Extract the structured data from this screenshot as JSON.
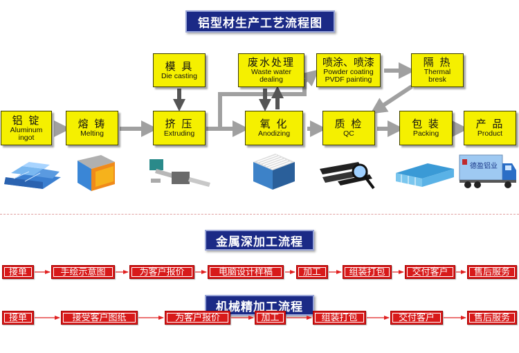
{
  "titles": {
    "main": "铝型材生产工艺流程图",
    "deep": "金属深加工流程",
    "precision": "机械精加工流程"
  },
  "process": {
    "ingot": {
      "cn": "铝 锭",
      "en1": "Aluminum",
      "en2": "ingot"
    },
    "melting": {
      "cn": "熔 铸",
      "en": "Melting"
    },
    "extruding": {
      "cn": "挤 压",
      "en": "Extruding"
    },
    "die": {
      "cn": "模 具",
      "en": "Die casting"
    },
    "waste": {
      "cn": "废水处理",
      "en1": "Waste water",
      "en2": "dealing"
    },
    "anodizing": {
      "cn": "氧 化",
      "en": "Anodizing"
    },
    "coating": {
      "cn": "喷涂、喷漆",
      "en1": "Powder coating",
      "en2": "PVDF painting"
    },
    "thermal": {
      "cn": "隔 热",
      "en1": "Thermal",
      "en2": "bresk"
    },
    "qc": {
      "cn": "质 检",
      "en": "QC"
    },
    "packing": {
      "cn": "包 装",
      "en": "Packing"
    },
    "product": {
      "cn": "产 品",
      "en": "Product"
    }
  },
  "truck_logo": "德盈铝业",
  "deep_steps": [
    "接单",
    "手绘示意图",
    "为客户报价",
    "电脑设计样稿",
    "加工",
    "组装打包",
    "交付客户",
    "售后服务"
  ],
  "precision_steps": [
    "接单",
    "接受客户图纸",
    "为客户报价",
    "加工",
    "组装打包",
    "交付客户",
    "售后服务"
  ],
  "colors": {
    "box": "#f5f000",
    "banner": "#1b2a86",
    "step": "#d81a1a",
    "arrow_grey": "#a0a0a0"
  }
}
